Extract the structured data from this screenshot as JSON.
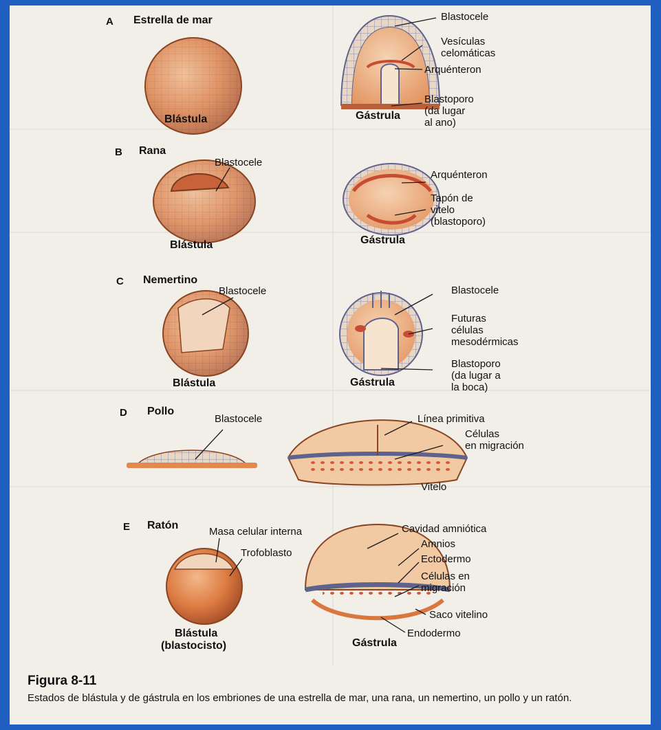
{
  "figure": {
    "title": "Figura 8-11",
    "caption": "Estados de blástula y de gástrula en los embriones de una estrella de mar, una rana, un nemertino, un pollo y un ratón."
  },
  "sections": [
    {
      "letter": "A",
      "name": "Estrella de mar"
    },
    {
      "letter": "B",
      "name": "Rana"
    },
    {
      "letter": "C",
      "name": "Nemertino"
    },
    {
      "letter": "D",
      "name": "Pollo"
    },
    {
      "letter": "E",
      "name": "Ratón"
    }
  ],
  "stage_labels": {
    "a_blastula": "Blástula",
    "a_gastrula": "Gástrula",
    "b_blastula": "Blástula",
    "b_gastrula": "Gástrula",
    "c_blastula": "Blástula",
    "c_gastrula": "Gástrula",
    "e_blastula": "Blástula",
    "e_blastula_sub": "(blastocisto)",
    "e_gastrula": "Gástrula"
  },
  "callouts": {
    "a_blastocele": "Blastocele",
    "a_vesiculas": [
      "Vesículas",
      "celomáticas"
    ],
    "a_arquenteron": "Arquénteron",
    "a_blastoporo": [
      "Blastoporo",
      "(da lugar",
      "al ano)"
    ],
    "b_blastocele": "Blastocele",
    "b_arquenteron": "Arquénteron",
    "b_tapon": [
      "Tapón de",
      "vitelo",
      "(blastoporo)"
    ],
    "c_blastocele_left": "Blastocele",
    "c_blastocele_right": "Blastocele",
    "c_futuras": [
      "Futuras",
      "células",
      "mesodérmicas"
    ],
    "c_blastoporo": [
      "Blastoporo",
      "(da lugar a",
      "la boca)"
    ],
    "d_blastocele": "Blastocele",
    "d_linea": "Línea primitiva",
    "d_celulas": [
      "Células",
      "en migración"
    ],
    "d_vitelo": "Vitelo",
    "e_masa": "Masa celular interna",
    "e_trofoblasto": "Trofoblasto",
    "e_cavidad": "Cavidad amniótica",
    "e_amnios": "Amnios",
    "e_ectodermo": "Ectodermo",
    "e_celulas": [
      "Células en",
      "migración"
    ],
    "e_saco": "Saco vitelino",
    "e_endodermo": "Endodermo"
  },
  "colors": {
    "embryo_orange": "#d9773e",
    "embryo_light": "#f1b98c",
    "cell_border": "#6a6f9a",
    "page": "#f1efe8",
    "frame": "#1f5fc0"
  }
}
